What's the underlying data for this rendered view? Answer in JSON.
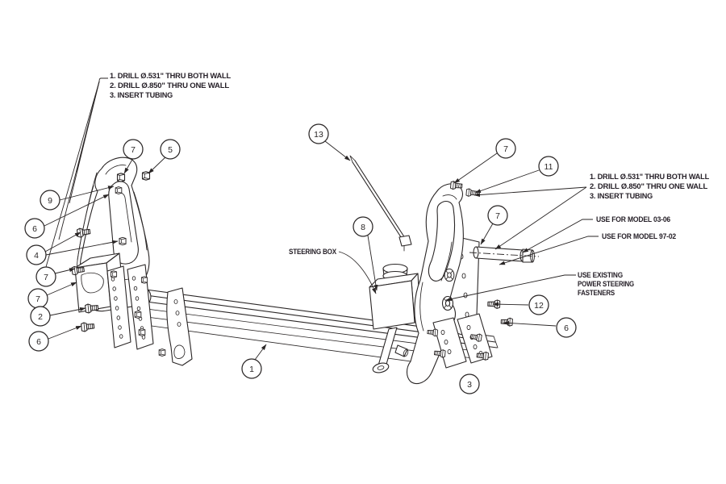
{
  "diagram": {
    "title_hint": "steering box installation exploded diagram",
    "ink_color": "#2a2626",
    "background_color": "#ffffff",
    "notes_left": {
      "lines": [
        "1. DRILL Ø.531\" THRU BOTH WALL",
        "2. DRILL Ø.850\" THRU ONE WALL",
        "3. INSERT TUBING"
      ]
    },
    "notes_right": {
      "lines": [
        "1. DRILL Ø.531\" THRU BOTH WALL",
        "2. DRILL Ø.850\" THRU ONE WALL",
        "3. INSERT TUBING"
      ]
    },
    "model_note_1": "USE FOR MODEL 03-06",
    "model_note_2": "USE FOR MODEL 97-02",
    "existing_note": {
      "lines": [
        "USE EXISTING",
        "POWER STEERING",
        "FASTENERS"
      ]
    },
    "steering_box_label": "STEERING BOX",
    "balloons": [
      {
        "id": "callout-7-top-left",
        "label": "7"
      },
      {
        "id": "callout-5",
        "label": "5"
      },
      {
        "id": "callout-9",
        "label": "9"
      },
      {
        "id": "callout-6-left-upper",
        "label": "6"
      },
      {
        "id": "callout-4",
        "label": "4"
      },
      {
        "id": "callout-7-left-mid",
        "label": "7"
      },
      {
        "id": "callout-7-left-lower",
        "label": "7"
      },
      {
        "id": "callout-2",
        "label": "2"
      },
      {
        "id": "callout-6-left-lower",
        "label": "6"
      },
      {
        "id": "callout-13",
        "label": "13"
      },
      {
        "id": "callout-8",
        "label": "8"
      },
      {
        "id": "callout-1",
        "label": "1"
      },
      {
        "id": "callout-7-top-right",
        "label": "7"
      },
      {
        "id": "callout-11",
        "label": "11"
      },
      {
        "id": "callout-7-right-mid",
        "label": "7"
      },
      {
        "id": "callout-12",
        "label": "12"
      },
      {
        "id": "callout-6-right",
        "label": "6"
      },
      {
        "id": "callout-3",
        "label": "3"
      }
    ]
  }
}
